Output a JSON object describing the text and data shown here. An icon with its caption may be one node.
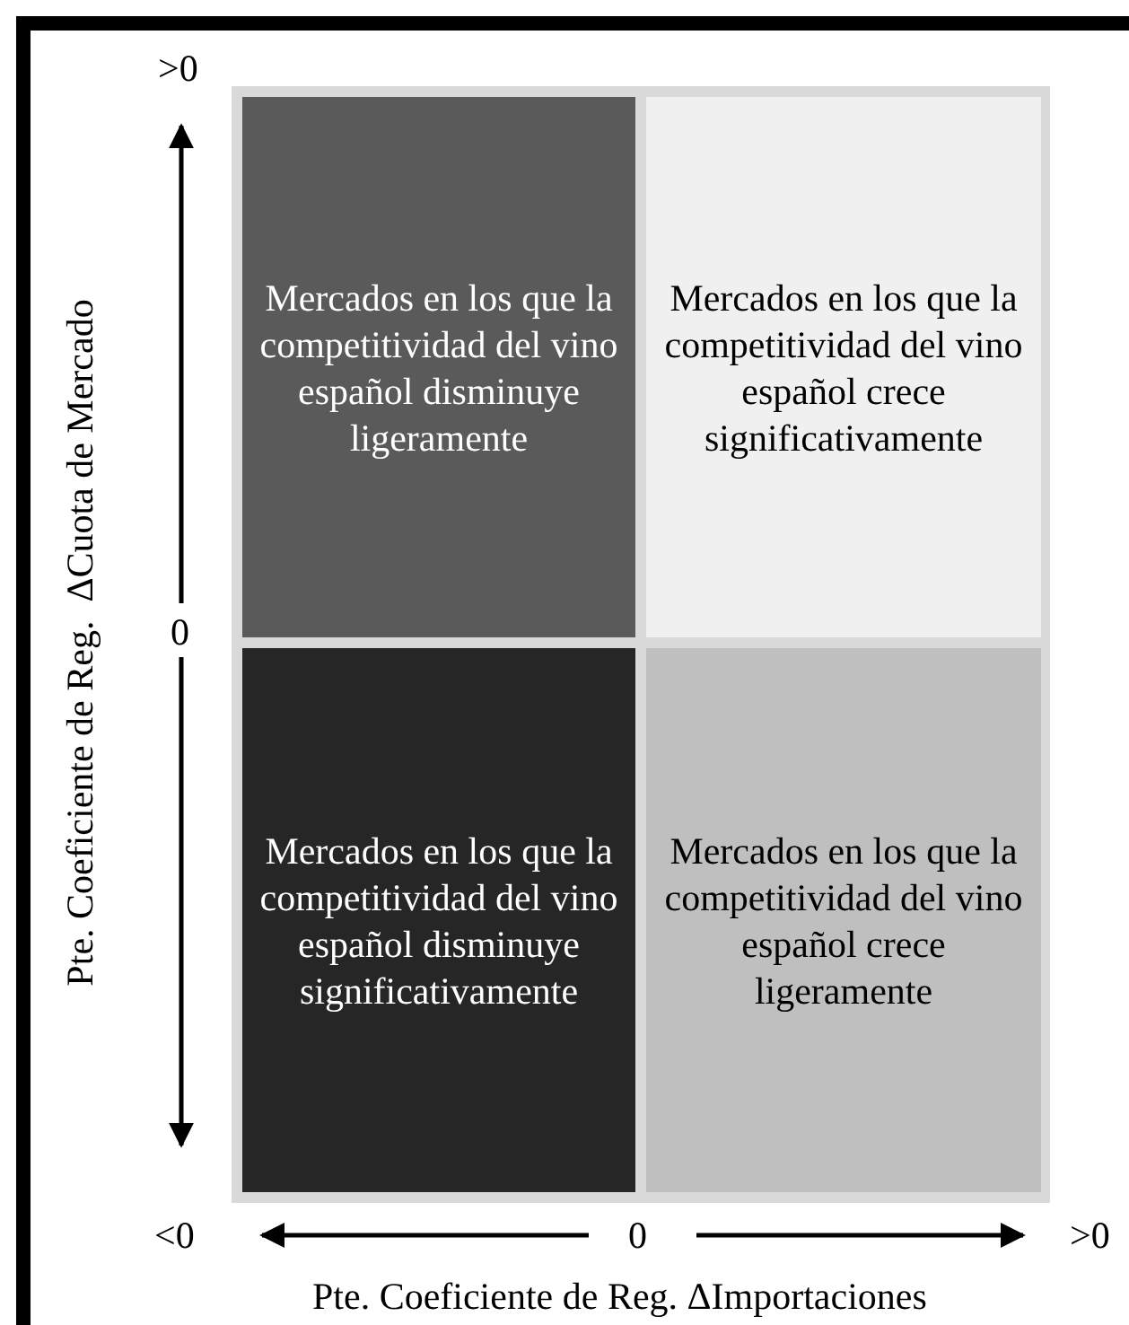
{
  "diagram": {
    "nodes": [
      {
        "text": [
          "Mercados en los que la competitividad del vino español disminuye ligeramente"
        ]
      },
      {
        "text": [
          "Mercados en los que la competitividad del vino español crece significativamente"
        ]
      },
      {
        "text": [
          "Mercados en los que la competitividad del vino español disminuye significativamente"
        ]
      },
      {
        "text": [
          "Mercados en los que la competitividad del vino español crece ligeramente"
        ]
      }
    ],
    "labels": [
      ">0",
      "Pte. Coeficiente de Reg.  ΔCuota de Mercado",
      "0",
      "<0",
      "0",
      ">0",
      "Pte. Coeficiente de Reg. ΔImportaciones"
    ]
  }
}
